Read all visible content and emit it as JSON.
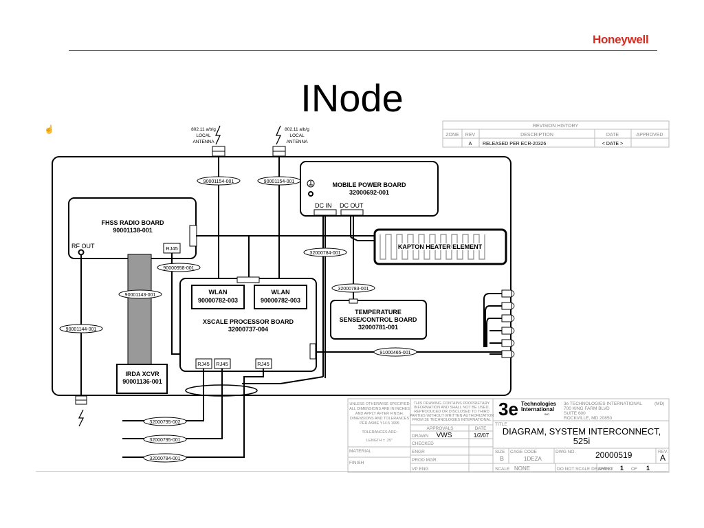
{
  "slide": {
    "logo": "Honeywell",
    "title": "INode"
  },
  "colors": {
    "accent_rule": "#c0392b",
    "logo": "#d52b1e"
  },
  "antennas": {
    "left": [
      "802.11 a/b/g",
      "LOCAL",
      "ANTENNA"
    ],
    "right": [
      "802.11 a/b/g",
      "LOCAL",
      "ANTENNA"
    ]
  },
  "boards": {
    "fhss": [
      "FHSS RADIO BOARD",
      "90001138-001"
    ],
    "mobile_power": [
      "MOBILE POWER BOARD",
      "32000692-001"
    ],
    "kapton": "KAPTON HEATER ELEMENT",
    "wlan_left": [
      "WLAN",
      "90000782-003"
    ],
    "wlan_right": [
      "WLAN",
      "90000782-003"
    ],
    "xscale": [
      "XSCALE PROCESSOR BOARD",
      "32000737-004"
    ],
    "temperature": [
      "TEMPERATURE",
      "SENSE/CONTROL BOARD",
      "32000781-001"
    ],
    "irda": [
      "IRDA XCVR",
      "90001136-001"
    ]
  },
  "ports": {
    "rf_out": "RF OUT",
    "rj45": "RJ45",
    "dc_in": "DC IN",
    "dc_out": "DC OUT"
  },
  "cables": {
    "c1": "90001154-001",
    "c2": "90001154-001",
    "c3": "90000958-001",
    "c4": "32000784-001",
    "c5": "90001143-001",
    "c6": "32000783-001",
    "c7": "90001144-001",
    "c8": "91000465-001",
    "c9": "32000795-002",
    "c10": "32000795-001",
    "c11": "32000784-001"
  },
  "revision": {
    "title": "REVISION HISTORY",
    "headers": [
      "ZONE",
      "REV",
      "DESCRIPTION",
      "DATE",
      "APPROVED"
    ],
    "row": [
      "",
      "A",
      "RELEASED PER ECR-20326",
      "< DATE >",
      ""
    ]
  },
  "title_block": {
    "notes": [
      "UNLESS OTHERWISE SPECIFIED",
      "ALL DIMENSIONS ARE IN INCHES",
      "AND APPLY AFTER FINISH.",
      "DIMENSIONS AND TOLERANCES",
      "PER ASME Y14.5 1995"
    ],
    "tolerances": "TOLERANCES ARE:",
    "length": "LENGTH  ± .25\"",
    "material": "MATERIAL",
    "finish": "FINISH",
    "proprietary": [
      "THIS DRAWING CONTAINS PROPRIETARY",
      "INFORMATION AND SHALL NOT BE USED,",
      "REPRODUCED OR DISCLOSED TO THIRD",
      "PARTIES WITHOUT WRITTEN AUTHORIZATION",
      "FROM 3E TECHNOLOGIES INTERNATIONAL"
    ],
    "approvals": "APPROVALS",
    "date_label": "DATE",
    "drawn": "DRAWN",
    "drawn_by": "VWS",
    "drawn_date": "1/2/07",
    "checked": "CHECKED",
    "engr": "ENGR",
    "prod_mgr": "PROD MGR",
    "vp_eng": "VP ENG",
    "company_logo": "3e",
    "company_name": [
      "Technologies",
      "International",
      "INC."
    ],
    "address": [
      "3e TECHNOLOGIES INTERNATIONAL",
      "700 KING FARM BLVD",
      "SUITE 600",
      "ROCKVILLE, MD 20850"
    ],
    "tel": "(MD)",
    "title_label": "TITLE",
    "drawing_title": [
      "DIAGRAM, SYSTEM INTERCONNECT,",
      "525i"
    ],
    "size_label": "SIZE",
    "size": "B",
    "cage_label": "CAGE CODE",
    "cage": "1DEZA",
    "dwg_label": "DWG NO.",
    "dwg": "20000519",
    "rev_label": "REV.",
    "rev": "A",
    "scale_label": "SCALE",
    "scale": "NONE",
    "noscale": "DO NOT SCALE DRAWING",
    "sheet_label": "SHEET",
    "sheet": "1",
    "of_label": "OF",
    "of": "1"
  }
}
